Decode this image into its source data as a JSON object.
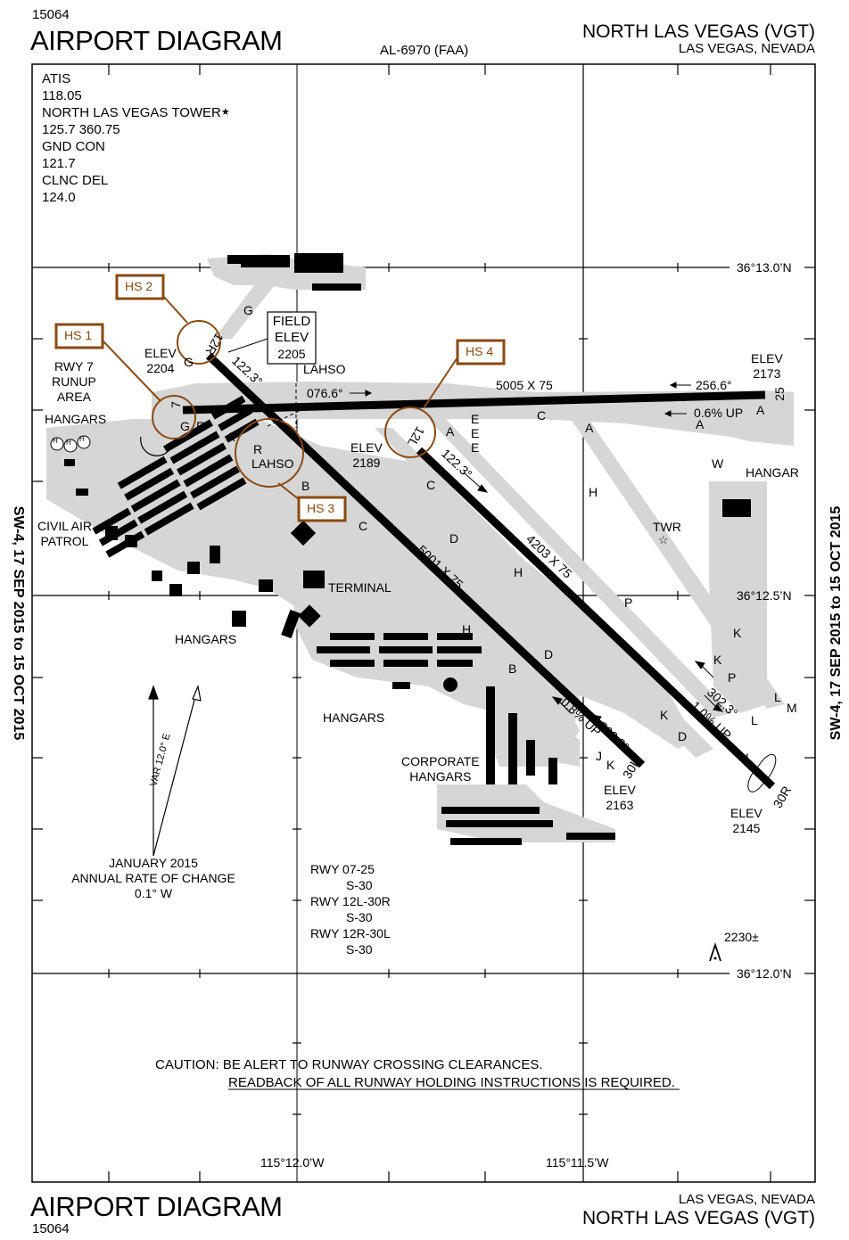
{
  "header": {
    "chart_code_top": "15064",
    "title_top": "AIRPORT DIAGRAM",
    "al_number": "AL-6970 (FAA)",
    "airport_name_top": "NORTH LAS VEGAS (VGT)",
    "city_top": "LAS VEGAS, NEVADA"
  },
  "footer": {
    "title_bottom": "AIRPORT DIAGRAM",
    "chart_code_bottom": "15064",
    "city_bottom": "LAS VEGAS, NEVADA",
    "airport_name_bottom": "NORTH LAS VEGAS (VGT)"
  },
  "side_labels": {
    "left": "SW-4, 17 SEP 2015 to 15 OCT 2015",
    "right": "SW-4, 17 SEP 2015 to 15 OCT 2015"
  },
  "frequencies": {
    "atis_label": "ATIS",
    "atis_freq": "118.05",
    "tower_label": "NORTH LAS VEGAS TOWER",
    "tower_star": "★",
    "tower_freqs": "125.7  360.75",
    "gnd_label": "GND CON",
    "gnd_freq": "121.7",
    "clnc_label": "CLNC DEL",
    "clnc_freq": "124.0"
  },
  "coordinates": {
    "lat_top": "36°13.0’N",
    "lat_mid": "36°12.5’N",
    "lat_bottom": "36°12.0’N",
    "lon_left": "115°12.0’W",
    "lon_right": "115°11.5’W"
  },
  "hot_spots": {
    "hs1": "HS 1",
    "hs2": "HS 2",
    "hs3": "HS 3",
    "hs4": "HS 4"
  },
  "field_elev": {
    "label1": "FIELD",
    "label2": "ELEV",
    "value": "2205"
  },
  "elevations": {
    "e2204_label": "ELEV",
    "e2204": "2204",
    "e2173_label": "ELEV",
    "e2173": "2173",
    "e2189_label": "ELEV",
    "e2189": "2189",
    "e2163_label": "ELEV",
    "e2163": "2163",
    "e2145_label": "ELEV",
    "e2145": "2145",
    "obstacle": "2230±"
  },
  "runways": {
    "rwy7_25_dims": "5005 X 75",
    "rwy7_bearing": "076.6°",
    "rwy25_bearing": "256.6°",
    "rwy25_slope": "0.6% UP",
    "rwy12l_dims": "5001 X 75",
    "rwy12r_dims": "4203 X 75",
    "rwy12l_bearing": "122.3°",
    "rwy12r_bearing": "122.3°",
    "rwy30l_bearing": "302.3°",
    "rwy30r_bearing": "302.3°",
    "rwy30l_slope": "0.8% UP",
    "rwy30r_slope": "1.0% UP",
    "end_7": "7",
    "end_25": "25",
    "end_12l": "12L",
    "end_12r": "12R",
    "end_30l": "30L",
    "end_30r": "30R",
    "lahso1": "LAHSO",
    "lahso2": "LAHSO"
  },
  "labels": {
    "runup1": "RWY 7",
    "runup2": "RUNUP",
    "runup3": "AREA",
    "hangars_nw": "HANGARS",
    "hangars_sw": "HANGARS",
    "hangars_s": "HANGARS",
    "hangar_e": "HANGAR",
    "civil1": "CIVIL AIR",
    "civil2": "PATROL",
    "terminal": "TERMINAL",
    "twr": "TWR",
    "corp1": "CORPORATE",
    "corp2": "HANGARS",
    "heli": "H"
  },
  "taxiways": {
    "g1": "G",
    "g2": "G",
    "g3": "G",
    "f": "F",
    "a1": "A",
    "a2": "A",
    "a3": "A",
    "a4": "A",
    "a5": "A",
    "r": "R",
    "b1": "B",
    "b2": "B",
    "c1": "C",
    "c2": "C",
    "c3": "C",
    "d1": "D",
    "d2": "D",
    "d3": "D",
    "e1": "E",
    "e2": "E",
    "e3": "E",
    "h1": "H",
    "h2": "H",
    "h3": "H",
    "p1": "P",
    "p2": "P",
    "k1": "K",
    "k2": "K",
    "k3": "K",
    "k4": "K",
    "l1": "L",
    "l2": "L",
    "l3": "L",
    "m": "M",
    "w": "W",
    "j": "J"
  },
  "magvar": {
    "var": "VAR 12.0° E",
    "rate1": "JANUARY 2015",
    "rate2": "ANNUAL RATE OF CHANGE",
    "rate3": "0.1° W"
  },
  "surfaces": {
    "l1": "RWY 07-25",
    "l2": "S-30",
    "l3": "RWY 12L-30R",
    "l4": "S-30",
    "l5": "RWY 12R-30L",
    "l6": "S-30"
  },
  "caution": {
    "line1": "CAUTION: BE ALERT TO RUNWAY CROSSING CLEARANCES.",
    "line2": "READBACK OF ALL RUNWAY HOLDING INSTRUCTIONS IS REQUIRED."
  },
  "colors": {
    "hotspot": "#8a4a10",
    "pavement": "#d6d6d6",
    "ink": "#000000"
  }
}
